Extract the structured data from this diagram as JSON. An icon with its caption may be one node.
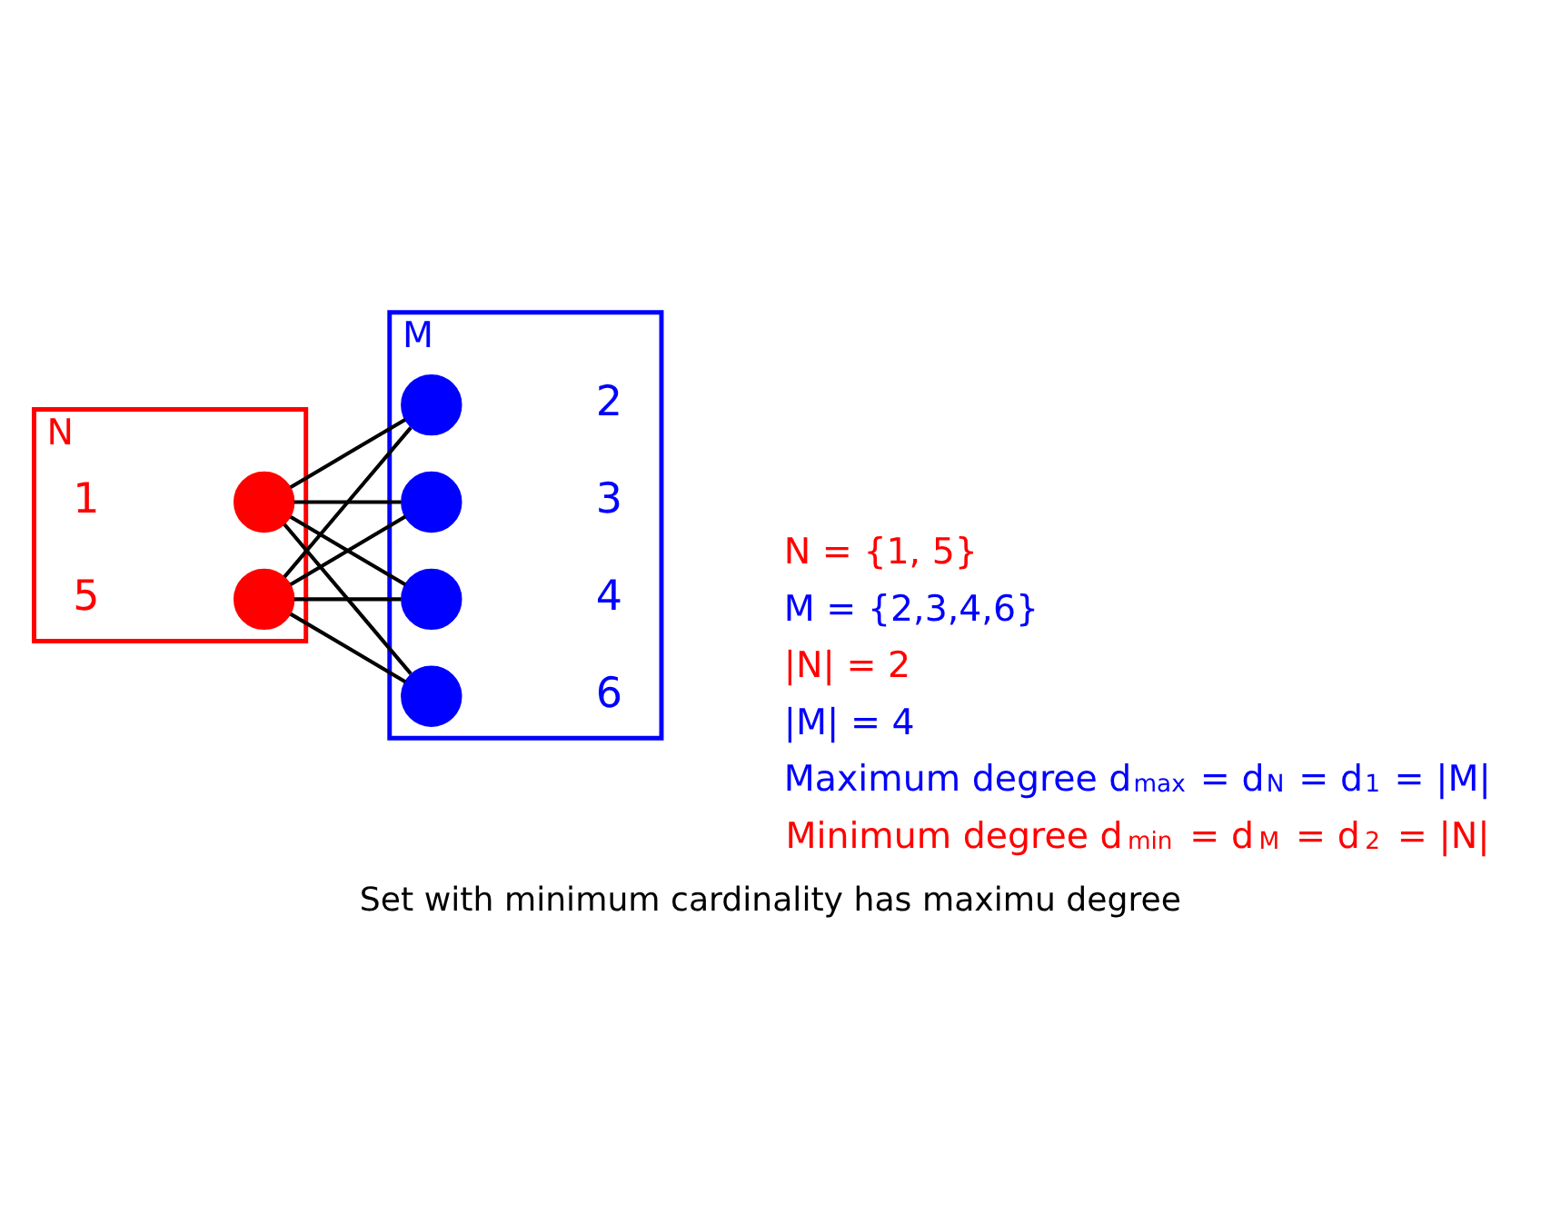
{
  "diagram": {
    "caption": "Set with minimum cardinality has maximu degree",
    "nodes": [
      {
        "text": [
          "N"
        ]
      },
      {
        "text": [],
        "shape": "circle",
        "beside": [
          "1"
        ],
        "in": 0
      },
      {
        "text": [],
        "shape": "circle",
        "beside": [
          "5"
        ],
        "in": 0
      },
      {
        "text": [
          "M"
        ]
      },
      {
        "text": [],
        "shape": "circle",
        "beside": [
          "2"
        ],
        "in": 3
      },
      {
        "text": [],
        "shape": "circle",
        "beside": [
          "3"
        ],
        "in": 3
      },
      {
        "text": [],
        "shape": "circle",
        "beside": [
          "4"
        ],
        "in": 3
      },
      {
        "text": [],
        "shape": "circle",
        "beside": [
          "6"
        ],
        "in": 3
      }
    ],
    "edges": [
      {
        "from": 1,
        "to": 4,
        "arrow": "none"
      },
      {
        "from": 1,
        "to": 5,
        "arrow": "none"
      },
      {
        "from": 1,
        "to": 6,
        "arrow": "none"
      },
      {
        "from": 1,
        "to": 7,
        "arrow": "none"
      },
      {
        "from": 2,
        "to": 4,
        "arrow": "none"
      },
      {
        "from": 2,
        "to": 5,
        "arrow": "none"
      },
      {
        "from": 2,
        "to": 6,
        "arrow": "none"
      },
      {
        "from": 2,
        "to": 7,
        "arrow": "none"
      }
    ],
    "labels": [
      "N = {1, 5}",
      "M = {2,3,4,6}",
      "|N| = 2",
      "|M| = 4",
      "Maximum degree d$_{max}$ = d$_{N}$ = d$_{1}$ = |M|",
      "Minimum degree d$_{min}$ = d$_{M}$ = d$_{2}$ = |N|"
    ]
  }
}
